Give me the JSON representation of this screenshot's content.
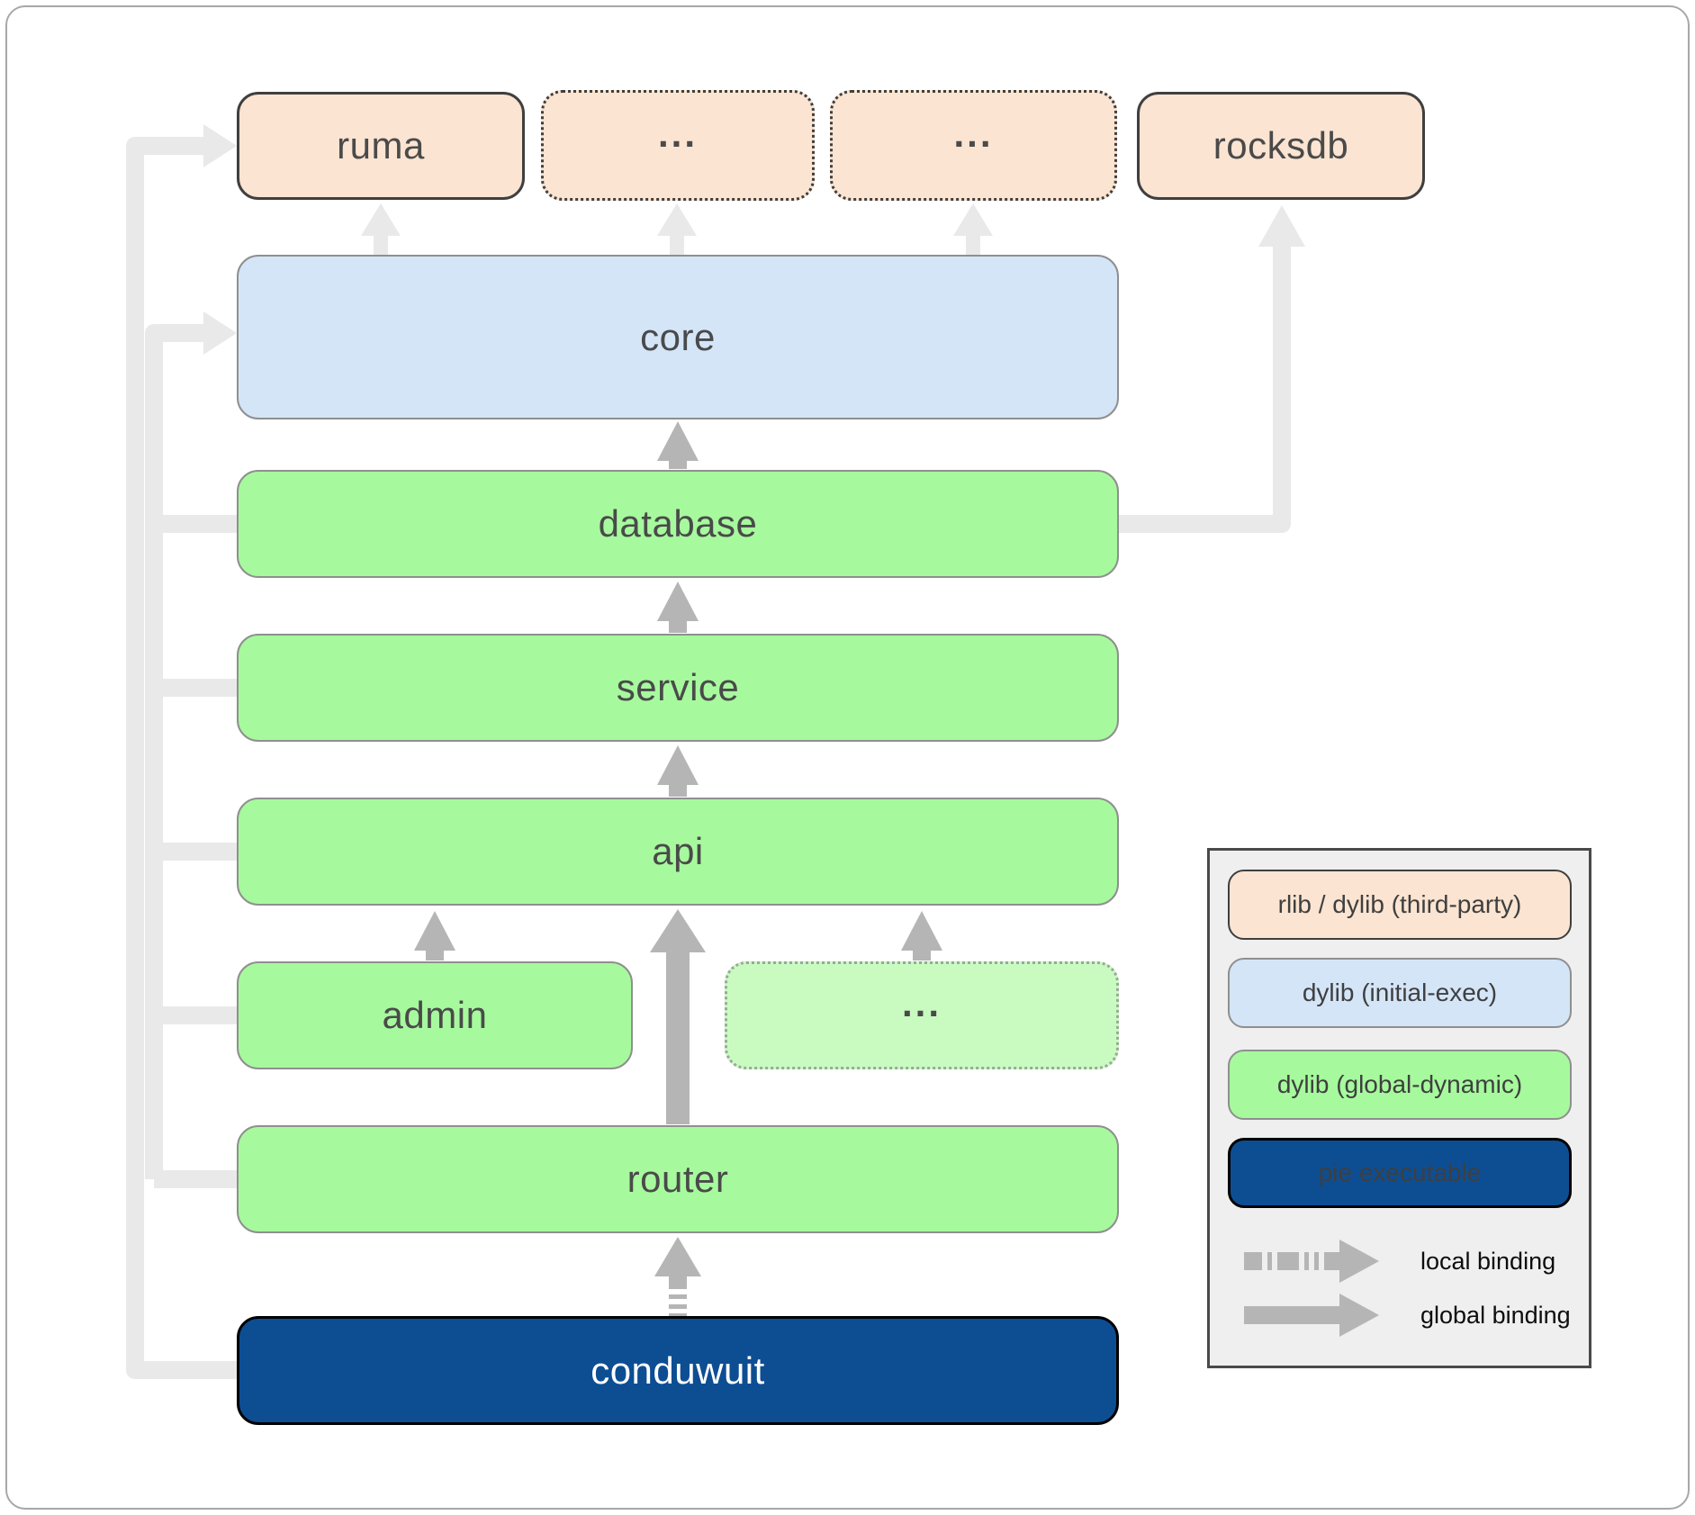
{
  "nodes": [
    {
      "id": "ruma",
      "label": "ruma",
      "kind": "rlib / dylib (third-party)"
    },
    {
      "id": "ellipsis-top-left",
      "label": "...",
      "kind": "rlib / dylib (third-party)"
    },
    {
      "id": "ellipsis-top-right",
      "label": "...",
      "kind": "rlib / dylib (third-party)"
    },
    {
      "id": "rocksdb",
      "label": "rocksdb",
      "kind": "rlib / dylib (third-party)"
    },
    {
      "id": "core",
      "label": "core",
      "kind": "dylib (initial-exec)"
    },
    {
      "id": "database",
      "label": "database",
      "kind": "dylib (global-dynamic)"
    },
    {
      "id": "service",
      "label": "service",
      "kind": "dylib (global-dynamic)"
    },
    {
      "id": "api",
      "label": "api",
      "kind": "dylib (global-dynamic)"
    },
    {
      "id": "admin",
      "label": "admin",
      "kind": "dylib (global-dynamic)"
    },
    {
      "id": "ellipsis-middle",
      "label": "...",
      "kind": "dylib (global-dynamic)"
    },
    {
      "id": "router",
      "label": "router",
      "kind": "dylib (global-dynamic)"
    },
    {
      "id": "conduwuit",
      "label": "conduwuit",
      "kind": "pie executable"
    }
  ],
  "edges": [
    {
      "from": "conduwuit",
      "to": "router",
      "binding": "local"
    },
    {
      "from": "router",
      "to": "api",
      "binding": "global"
    },
    {
      "from": "admin",
      "to": "api",
      "binding": "global"
    },
    {
      "from": "ellipsis-middle",
      "to": "api",
      "binding": "global"
    },
    {
      "from": "api",
      "to": "service",
      "binding": "global"
    },
    {
      "from": "service",
      "to": "database",
      "binding": "global"
    },
    {
      "from": "database",
      "to": "core",
      "binding": "global"
    },
    {
      "from": "database",
      "to": "rocksdb",
      "binding": "global"
    },
    {
      "from": "core",
      "to": "ruma",
      "binding": "global"
    },
    {
      "from": "core",
      "to": "ellipsis-top-left",
      "binding": "global"
    },
    {
      "from": "core",
      "to": "ellipsis-top-right",
      "binding": "global"
    },
    {
      "from": "conduwuit",
      "to": "ruma",
      "binding": "global"
    },
    {
      "from": "conduwuit",
      "to": "core",
      "binding": "global"
    },
    {
      "from": "conduwuit",
      "to": "database",
      "binding": "global"
    },
    {
      "from": "conduwuit",
      "to": "service",
      "binding": "global"
    },
    {
      "from": "conduwuit",
      "to": "api",
      "binding": "global"
    },
    {
      "from": "conduwuit",
      "to": "admin",
      "binding": "global"
    },
    {
      "from": "conduwuit",
      "to": "router",
      "binding": "global"
    }
  ],
  "legend": {
    "items": [
      {
        "label": "rlib / dylib (third-party)",
        "fill": "#fbe4d1"
      },
      {
        "label": "dylib (initial-exec)",
        "fill": "#d4e5f8"
      },
      {
        "label": "dylib (global-dynamic)",
        "fill": "#a6fa9d"
      },
      {
        "label": "pie executable",
        "fill": "#0d4e93"
      }
    ],
    "bindings": [
      {
        "label": "local binding",
        "style": "dashed"
      },
      {
        "label": "global binding",
        "style": "solid"
      }
    ]
  },
  "colors": {
    "third_party_fill": "#fbe4d1",
    "initial_exec_fill": "#d4e5f8",
    "global_dynamic_fill": "#a6fa9d",
    "global_dynamic_faded_fill": "#c9fbc1",
    "pie_executable_fill": "#0d4e93",
    "binding_arrow_gray": "#b5b5b5",
    "faded_binding_gray": "#e9e9e9",
    "legend_background": "#efefef",
    "node_text": "#4a4a4a"
  }
}
